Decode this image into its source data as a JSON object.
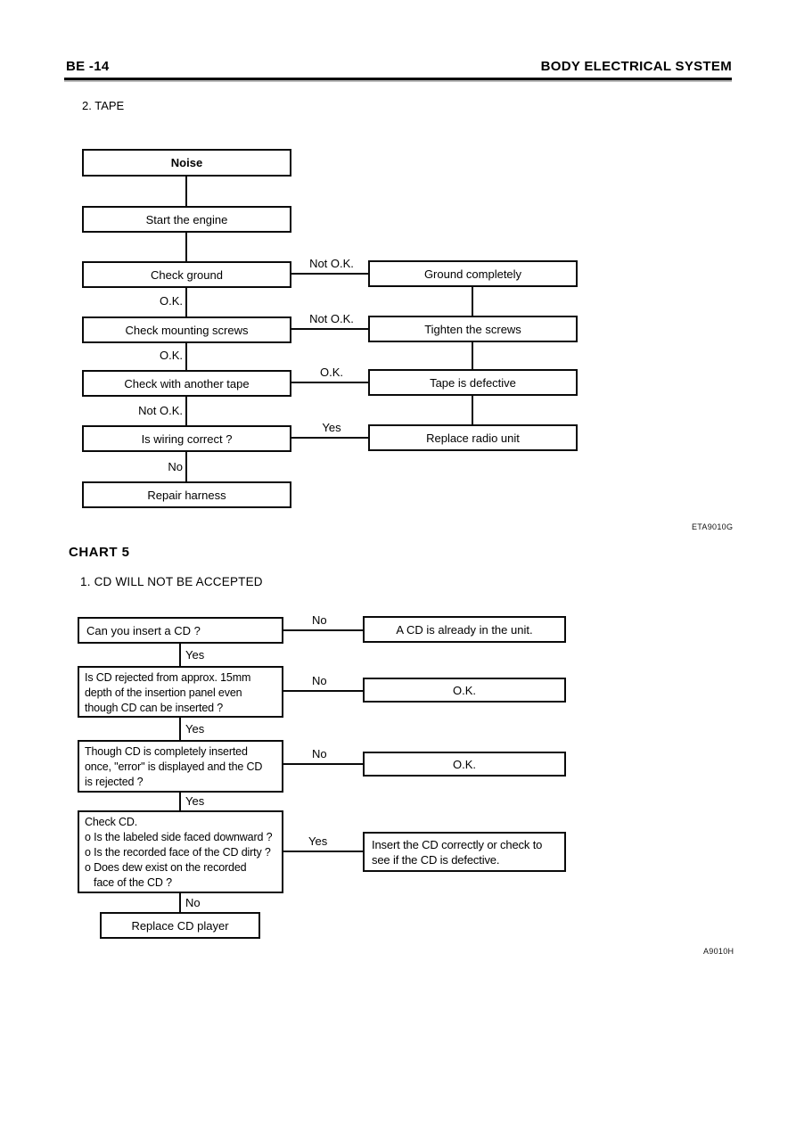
{
  "header": {
    "left": "BE -14",
    "right": "BODY ELECTRICAL SYSTEM"
  },
  "sections": {
    "tape": "2. TAPE",
    "chart5_heading": "CHART 5",
    "cd_heading": "1. CD WILL NOT BE ACCEPTED"
  },
  "figure_labels": {
    "tape": "ETA9010G",
    "cd": "A9010H"
  },
  "tape_chart": {
    "nodes": {
      "noise": "Noise",
      "start_engine": "Start the engine",
      "check_ground": "Check ground",
      "ground_completely": "Ground completely",
      "check_mounting_screws": "Check mounting screws",
      "tighten_the_screws": "Tighten the screws",
      "check_with_another_tape": "Check with another tape",
      "tape_is_defective": "Tape is defective",
      "is_wiring_correct": "Is wiring correct ?",
      "replace_radio_unit": "Replace radio unit",
      "repair_harness": "Repair harness"
    },
    "edge_labels": {
      "ground_right": "Not O.K.",
      "ground_down": "O.K.",
      "mounting_right": "Not O.K.",
      "mounting_down": "O.K.",
      "tape_right": "O.K.",
      "tape_down": "Not O.K.",
      "wiring_right": "Yes",
      "wiring_down": "No"
    }
  },
  "cd_chart": {
    "nodes": {
      "can_insert": "Can you insert a CD ?",
      "already_in_unit": "A CD is already in the unit.",
      "rejected_15mm": [
        "Is CD rejected from approx. 15mm",
        "depth of the insertion panel even",
        "though CD can be inserted ?"
      ],
      "ok_1": "O.K.",
      "error_displayed": [
        "Though CD is completely inserted",
        "once, \"error\" is displayed and the CD",
        "is rejected ?"
      ],
      "ok_2": "O.K.",
      "check_cd": [
        "Check CD.",
        "o Is the labeled side faced downward ?",
        "o Is the recorded face of the CD dirty ?",
        "o Does dew exist on the recorded",
        "face of the CD ?"
      ],
      "insert_correctly": [
        "Insert the CD correctly or check to",
        "see if the CD is defective."
      ],
      "replace_cd_player": "Replace CD player"
    },
    "edge_labels": {
      "q1_right": "No",
      "q1_down": "Yes",
      "q2_right": "No",
      "q2_down": "Yes",
      "q3_right": "No",
      "q3_down": "Yes",
      "q4_right": "Yes",
      "q4_down": "No"
    }
  }
}
